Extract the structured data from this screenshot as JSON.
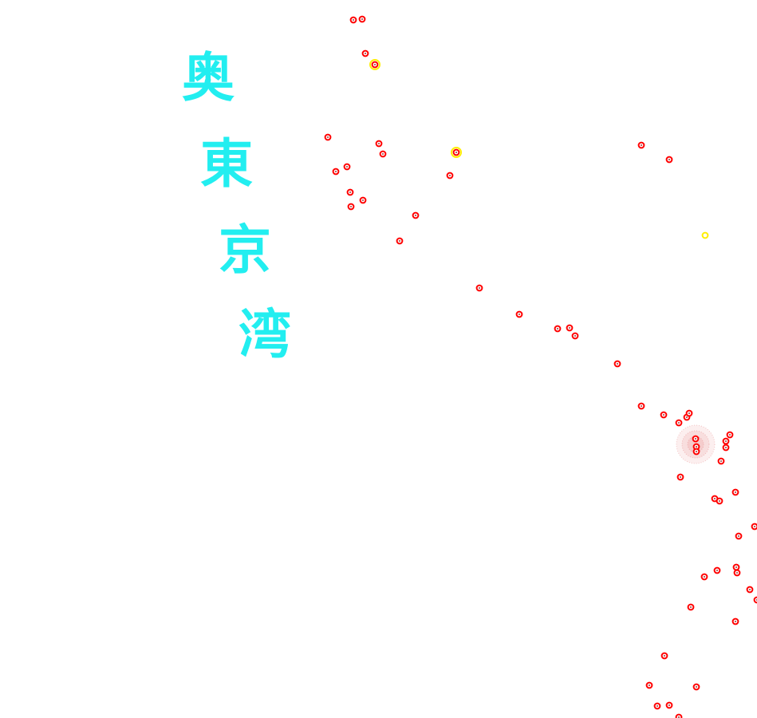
{
  "map": {
    "water_label": {
      "text": "奥東京湾",
      "characters": [
        "奥",
        "東",
        "京",
        "湾"
      ],
      "color": "#22eef0"
    },
    "marker_styles": {
      "red": {
        "stroke": "#ff0000",
        "center": "#7a0000"
      },
      "red-yellow-ring": {
        "stroke": "#ff0000",
        "ring": "#ffee00",
        "center": "#7a0000"
      },
      "yellow": {
        "stroke": "#ffee00",
        "center": "#ffffff"
      }
    },
    "cluster_halo_color": "#e06060"
  }
}
